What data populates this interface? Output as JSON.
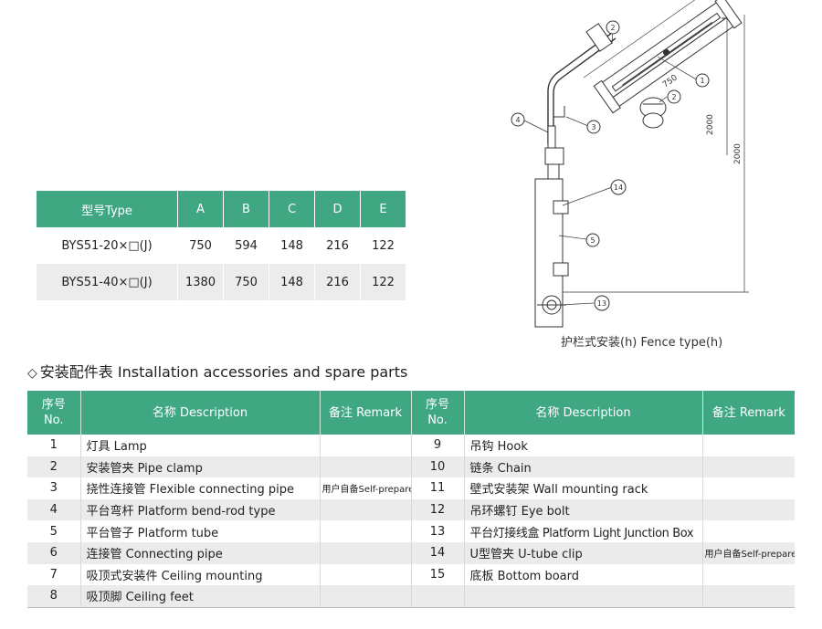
{
  "spec_table": {
    "headers": [
      "型号Type",
      "A",
      "B",
      "C",
      "D",
      "E"
    ],
    "rows": [
      [
        "BYS51-20×□(J)",
        "750",
        "594",
        "148",
        "216",
        "122"
      ],
      [
        "BYS51-40×□(J)",
        "1380",
        "750",
        "148",
        "216",
        "122"
      ]
    ]
  },
  "drawing": {
    "dim_750": "750",
    "dim_2000_a": "2000",
    "dim_2000_b": "2000",
    "callouts": [
      "1",
      "2",
      "2",
      "3",
      "4",
      "5",
      "13",
      "14"
    ],
    "caption": "护栏式安装(h) Fence type(h)"
  },
  "section": {
    "marker": "◇",
    "title": "安装配件表 Installation accessories and spare parts"
  },
  "parts_table": {
    "headers": {
      "no_line1": "序号",
      "no_line2": "No.",
      "description": "名称 Description",
      "remark": "备注 Remark"
    },
    "rows": [
      {
        "no_l": "1",
        "desc_l": "灯具 Lamp",
        "rem_l": "",
        "no_r": "9",
        "desc_r": "吊钩 Hook",
        "rem_r": ""
      },
      {
        "no_l": "2",
        "desc_l": "安装管夹 Pipe clamp",
        "rem_l": "",
        "no_r": "10",
        "desc_r": "链条 Chain",
        "rem_r": ""
      },
      {
        "no_l": "3",
        "desc_l": "挠性连接管 Flexible connecting pipe",
        "rem_l": "用户自备Self-prepare",
        "no_r": "11",
        "desc_r": "壁式安装架 Wall mounting rack",
        "rem_r": ""
      },
      {
        "no_l": "4",
        "desc_l": "平台弯杆 Platform bend-rod type",
        "rem_l": "",
        "no_r": "12",
        "desc_r": "吊环螺钉 Eye bolt",
        "rem_r": ""
      },
      {
        "no_l": "5",
        "desc_l": "平台管子 Platform tube",
        "rem_l": "",
        "no_r": "13",
        "desc_r": "平台灯接线盒 Platform Light Junction Box",
        "rem_r": ""
      },
      {
        "no_l": "6",
        "desc_l": "连接管 Connecting pipe",
        "rem_l": "",
        "no_r": "14",
        "desc_r": "U型管夹 U-tube clip",
        "rem_r": "用户自备Self-prepare"
      },
      {
        "no_l": "7",
        "desc_l": "吸顶式安装件 Ceiling mounting",
        "rem_l": "",
        "no_r": "15",
        "desc_r": "底板 Bottom board",
        "rem_r": ""
      },
      {
        "no_l": "8",
        "desc_l": "吸顶脚 Ceiling feet",
        "rem_l": "",
        "no_r": "",
        "desc_r": "",
        "rem_r": ""
      }
    ]
  },
  "colors": {
    "header_green": "#3fa882",
    "row_gray": "#ebebeb"
  }
}
